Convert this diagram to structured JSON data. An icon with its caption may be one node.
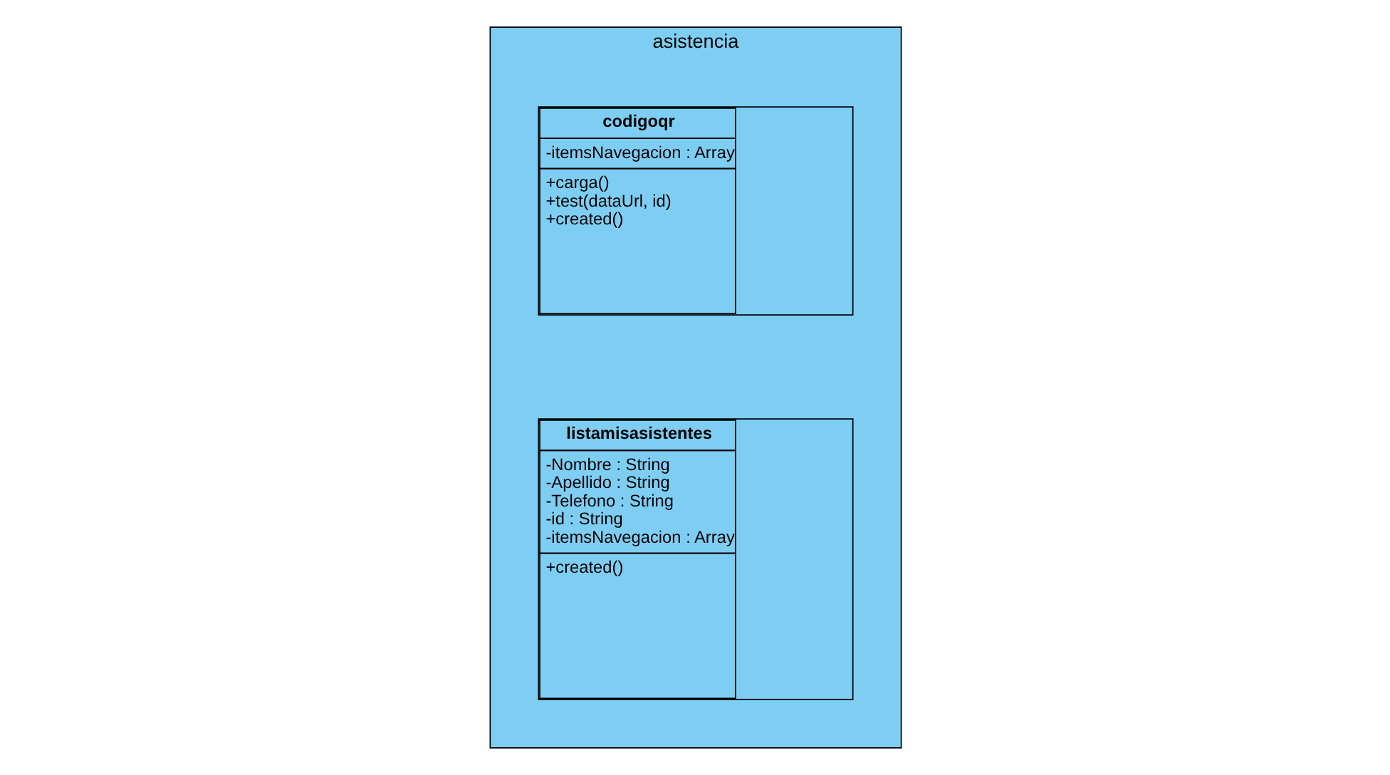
{
  "diagram": {
    "nodes": [
      {
        "text": [
          "asistencia"
        ]
      },
      {
        "text": [
          "codigoqr",
          "-itemsNavegacion : Array",
          "+carga()",
          "+test(dataUrl, id)",
          "+created()"
        ],
        "in": 0
      },
      {
        "text": [
          "listamisasistentes",
          "-Nombre : String",
          "-Apellido : String",
          "-Telefono : String",
          "-id : String",
          "-itemsNavegacion : Array",
          "+created()"
        ],
        "in": 0
      }
    ],
    "edges": []
  }
}
